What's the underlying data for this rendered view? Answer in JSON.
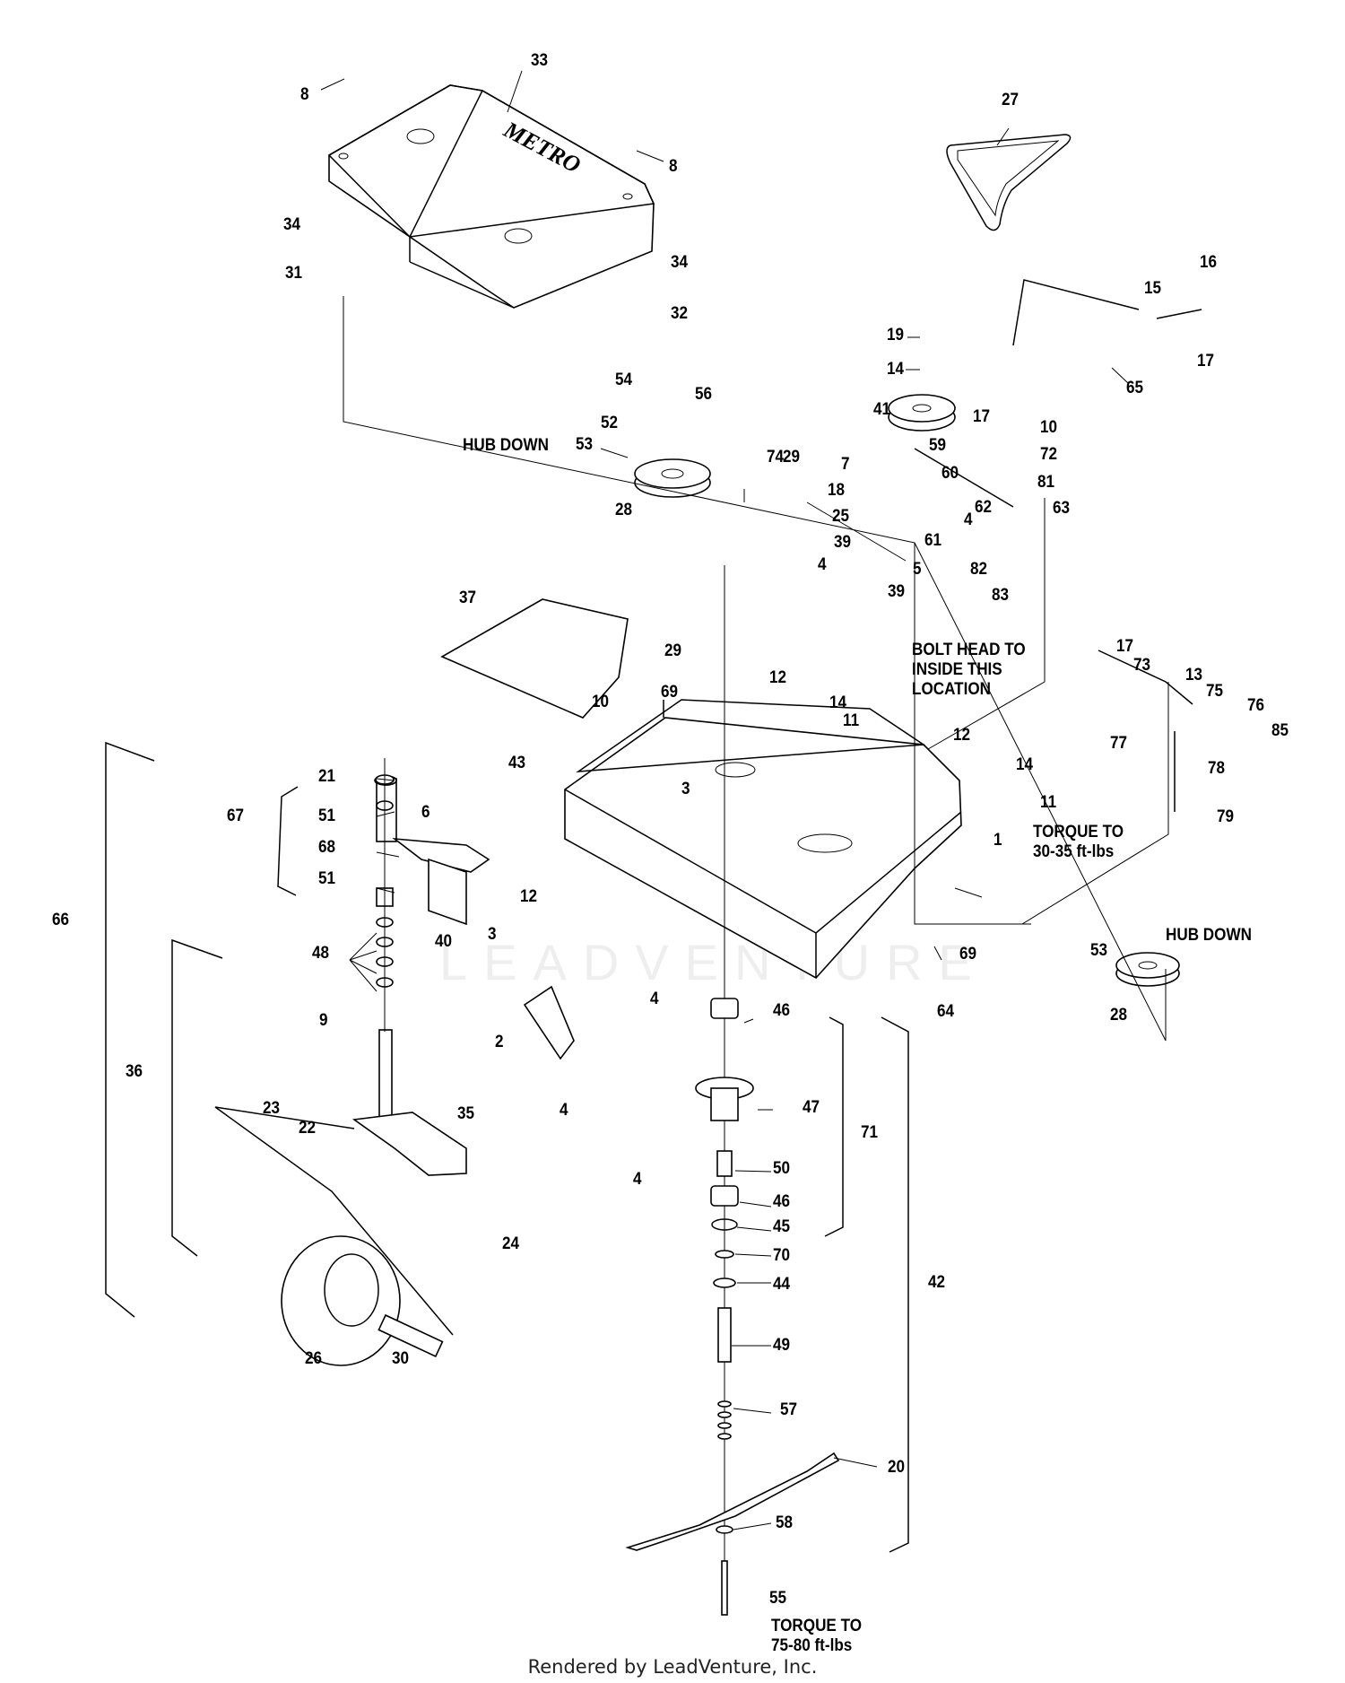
{
  "title": "Mower Deck Exploded Parts Diagram",
  "brand_logo_text": "METRO",
  "watermark": "LEADVENTURE",
  "credit": "Rendered by LeadVenture, Inc.",
  "notes": {
    "hub_down_top": "HUB DOWN",
    "hub_down_right": "HUB DOWN",
    "bolt_head": "BOLT HEAD TO\nINSIDE THIS\nLOCATION",
    "torque_deck": "TORQUE TO\n30-35 ft-lbs",
    "torque_blade": "TORQUE TO\n75-80 ft-lbs"
  },
  "callouts": [
    {
      "id": "c33",
      "text": "33"
    },
    {
      "id": "c8a",
      "text": "8"
    },
    {
      "id": "c8b",
      "text": "8"
    },
    {
      "id": "c34a",
      "text": "34"
    },
    {
      "id": "c31",
      "text": "31"
    },
    {
      "id": "c34b",
      "text": "34"
    },
    {
      "id": "c32",
      "text": "32"
    },
    {
      "id": "c27",
      "text": "27"
    },
    {
      "id": "c16",
      "text": "16"
    },
    {
      "id": "c15",
      "text": "15"
    },
    {
      "id": "c17a",
      "text": "17"
    },
    {
      "id": "c65",
      "text": "65"
    },
    {
      "id": "c19",
      "text": "19"
    },
    {
      "id": "c14a",
      "text": "14"
    },
    {
      "id": "c41",
      "text": "41"
    },
    {
      "id": "c17b",
      "text": "17"
    },
    {
      "id": "c10a",
      "text": "10"
    },
    {
      "id": "c72",
      "text": "72"
    },
    {
      "id": "c81",
      "text": "81"
    },
    {
      "id": "c59",
      "text": "59"
    },
    {
      "id": "c60",
      "text": "60"
    },
    {
      "id": "c62",
      "text": "62"
    },
    {
      "id": "c63",
      "text": "63"
    },
    {
      "id": "c61",
      "text": "61"
    },
    {
      "id": "c4a",
      "text": "4"
    },
    {
      "id": "c82",
      "text": "82"
    },
    {
      "id": "c83",
      "text": "83"
    },
    {
      "id": "c54",
      "text": "54"
    },
    {
      "id": "c56",
      "text": "56"
    },
    {
      "id": "c52",
      "text": "52"
    },
    {
      "id": "c53a",
      "text": "53"
    },
    {
      "id": "c28a",
      "text": "28"
    },
    {
      "id": "c29a",
      "text": "29"
    },
    {
      "id": "c74",
      "text": "74"
    },
    {
      "id": "c7",
      "text": "7"
    },
    {
      "id": "c18",
      "text": "18"
    },
    {
      "id": "c25",
      "text": "25"
    },
    {
      "id": "c39a",
      "text": "39"
    },
    {
      "id": "c4b",
      "text": "4"
    },
    {
      "id": "c5",
      "text": "5"
    },
    {
      "id": "c39b",
      "text": "39"
    },
    {
      "id": "c37",
      "text": "37"
    },
    {
      "id": "c10b",
      "text": "10"
    },
    {
      "id": "c29b",
      "text": "29"
    },
    {
      "id": "c69a",
      "text": "69"
    },
    {
      "id": "c12a",
      "text": "12"
    },
    {
      "id": "c14b",
      "text": "14"
    },
    {
      "id": "c11a",
      "text": "11"
    },
    {
      "id": "c17c",
      "text": "17"
    },
    {
      "id": "c73",
      "text": "73"
    },
    {
      "id": "c13",
      "text": "13"
    },
    {
      "id": "c75",
      "text": "75"
    },
    {
      "id": "c76",
      "text": "76"
    },
    {
      "id": "c85",
      "text": "85"
    },
    {
      "id": "c77",
      "text": "77"
    },
    {
      "id": "c78",
      "text": "78"
    },
    {
      "id": "c79",
      "text": "79"
    },
    {
      "id": "c43",
      "text": "43"
    },
    {
      "id": "c3a",
      "text": "3"
    },
    {
      "id": "c12b",
      "text": "12"
    },
    {
      "id": "c14c",
      "text": "14"
    },
    {
      "id": "c11b",
      "text": "11"
    },
    {
      "id": "c1",
      "text": "1"
    },
    {
      "id": "c21",
      "text": "21"
    },
    {
      "id": "c51a",
      "text": "51"
    },
    {
      "id": "c6",
      "text": "6"
    },
    {
      "id": "c67",
      "text": "67"
    },
    {
      "id": "c68",
      "text": "68"
    },
    {
      "id": "c51b",
      "text": "51"
    },
    {
      "id": "c12c",
      "text": "12"
    },
    {
      "id": "c66",
      "text": "66"
    },
    {
      "id": "c40",
      "text": "40"
    },
    {
      "id": "c48",
      "text": "48"
    },
    {
      "id": "c3b",
      "text": "3"
    },
    {
      "id": "c4c",
      "text": "4"
    },
    {
      "id": "c69b",
      "text": "69"
    },
    {
      "id": "c64",
      "text": "64"
    },
    {
      "id": "c53b",
      "text": "53"
    },
    {
      "id": "c28b",
      "text": "28"
    },
    {
      "id": "c36",
      "text": "36"
    },
    {
      "id": "c9",
      "text": "9"
    },
    {
      "id": "c2",
      "text": "2"
    },
    {
      "id": "c4d",
      "text": "4"
    },
    {
      "id": "c46a",
      "text": "46"
    },
    {
      "id": "c23",
      "text": "23"
    },
    {
      "id": "c22",
      "text": "22"
    },
    {
      "id": "c35",
      "text": "35"
    },
    {
      "id": "c47",
      "text": "47"
    },
    {
      "id": "c71",
      "text": "71"
    },
    {
      "id": "c4e",
      "text": "4"
    },
    {
      "id": "c50",
      "text": "50"
    },
    {
      "id": "c46b",
      "text": "46"
    },
    {
      "id": "c24",
      "text": "24"
    },
    {
      "id": "c45",
      "text": "45"
    },
    {
      "id": "c70",
      "text": "70"
    },
    {
      "id": "c42",
      "text": "42"
    },
    {
      "id": "c44",
      "text": "44"
    },
    {
      "id": "c26",
      "text": "26"
    },
    {
      "id": "c30",
      "text": "30"
    },
    {
      "id": "c49",
      "text": "49"
    },
    {
      "id": "c57",
      "text": "57"
    },
    {
      "id": "c20",
      "text": "20"
    },
    {
      "id": "c58",
      "text": "58"
    },
    {
      "id": "c55",
      "text": "55"
    }
  ]
}
